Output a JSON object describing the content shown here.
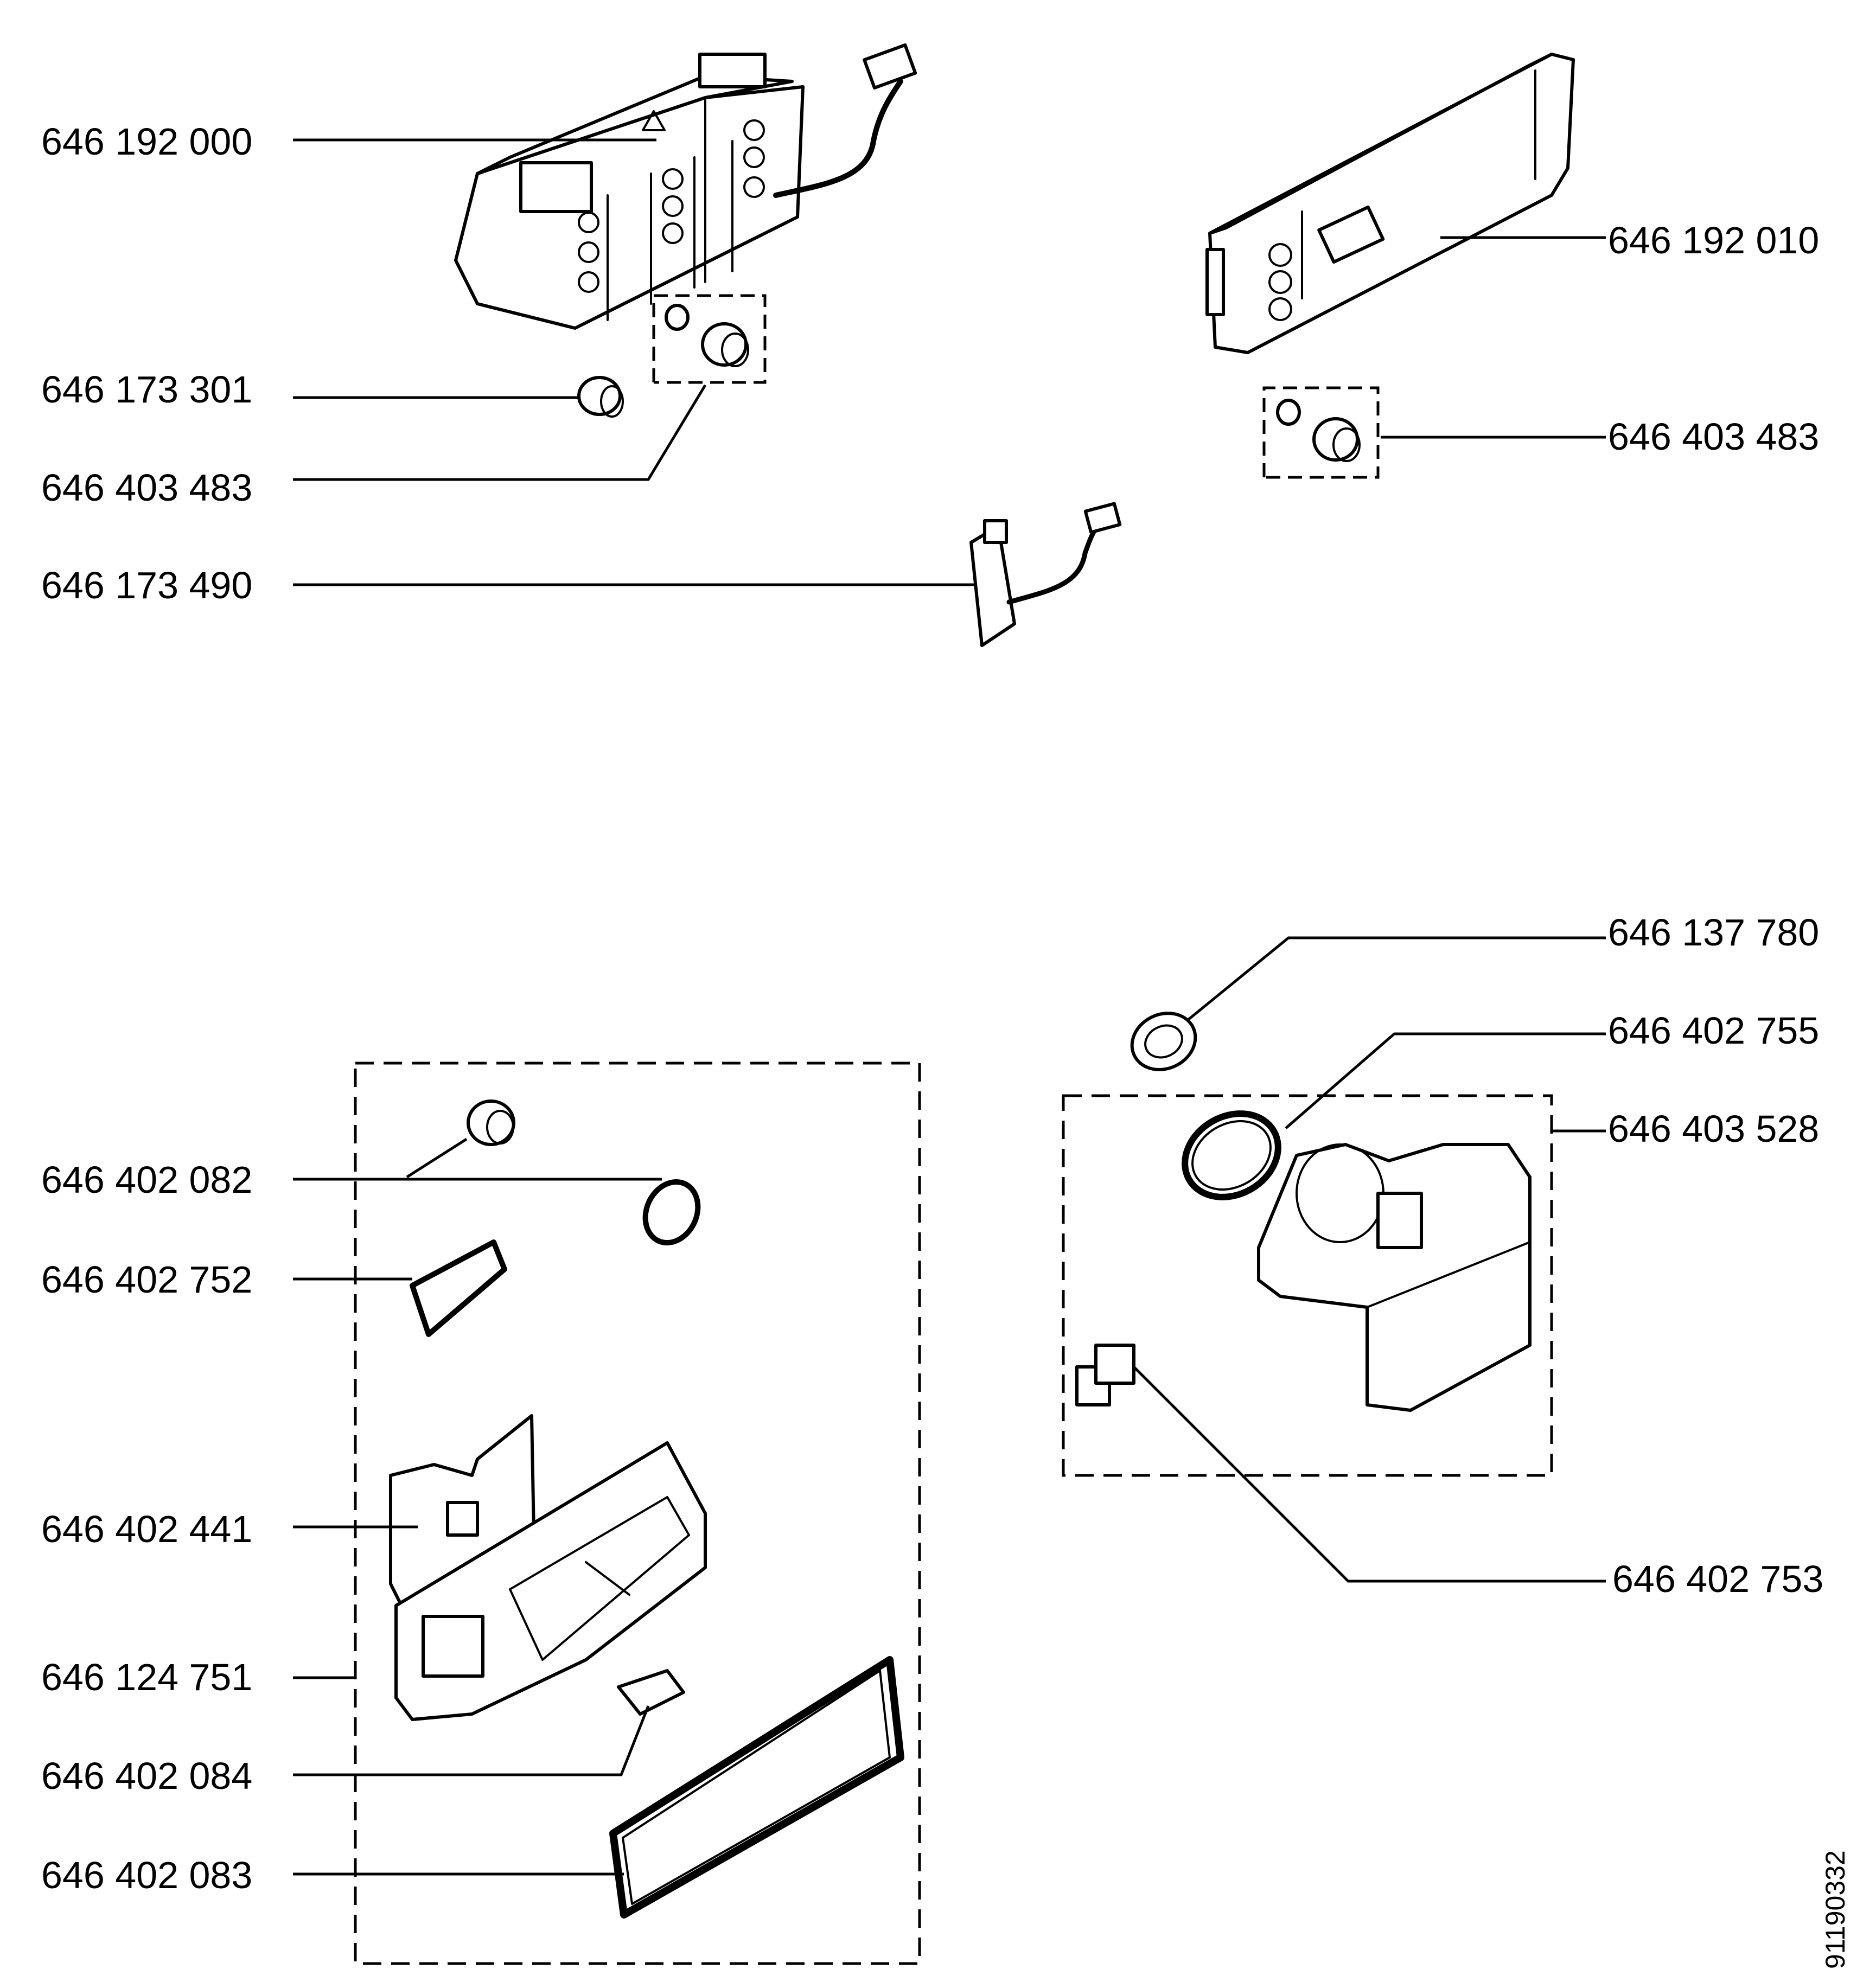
{
  "parts": {
    "p1": "646 192 000",
    "p2": "646 173 301",
    "p3": "646 403 483",
    "p4": "646 173 490",
    "p5": "646 192 010",
    "p6": "646 403 483",
    "p7": "646 137 780",
    "p8": "646 402 755",
    "p9": "646 403 528",
    "p10": "646 402 753",
    "p11": "646 402 082",
    "p12": "646 402 752",
    "p13": "646 402 441",
    "p14": "646 124 751",
    "p15": "646 402 084",
    "p16": "646 402 083"
  },
  "drawing_number": "91190332"
}
